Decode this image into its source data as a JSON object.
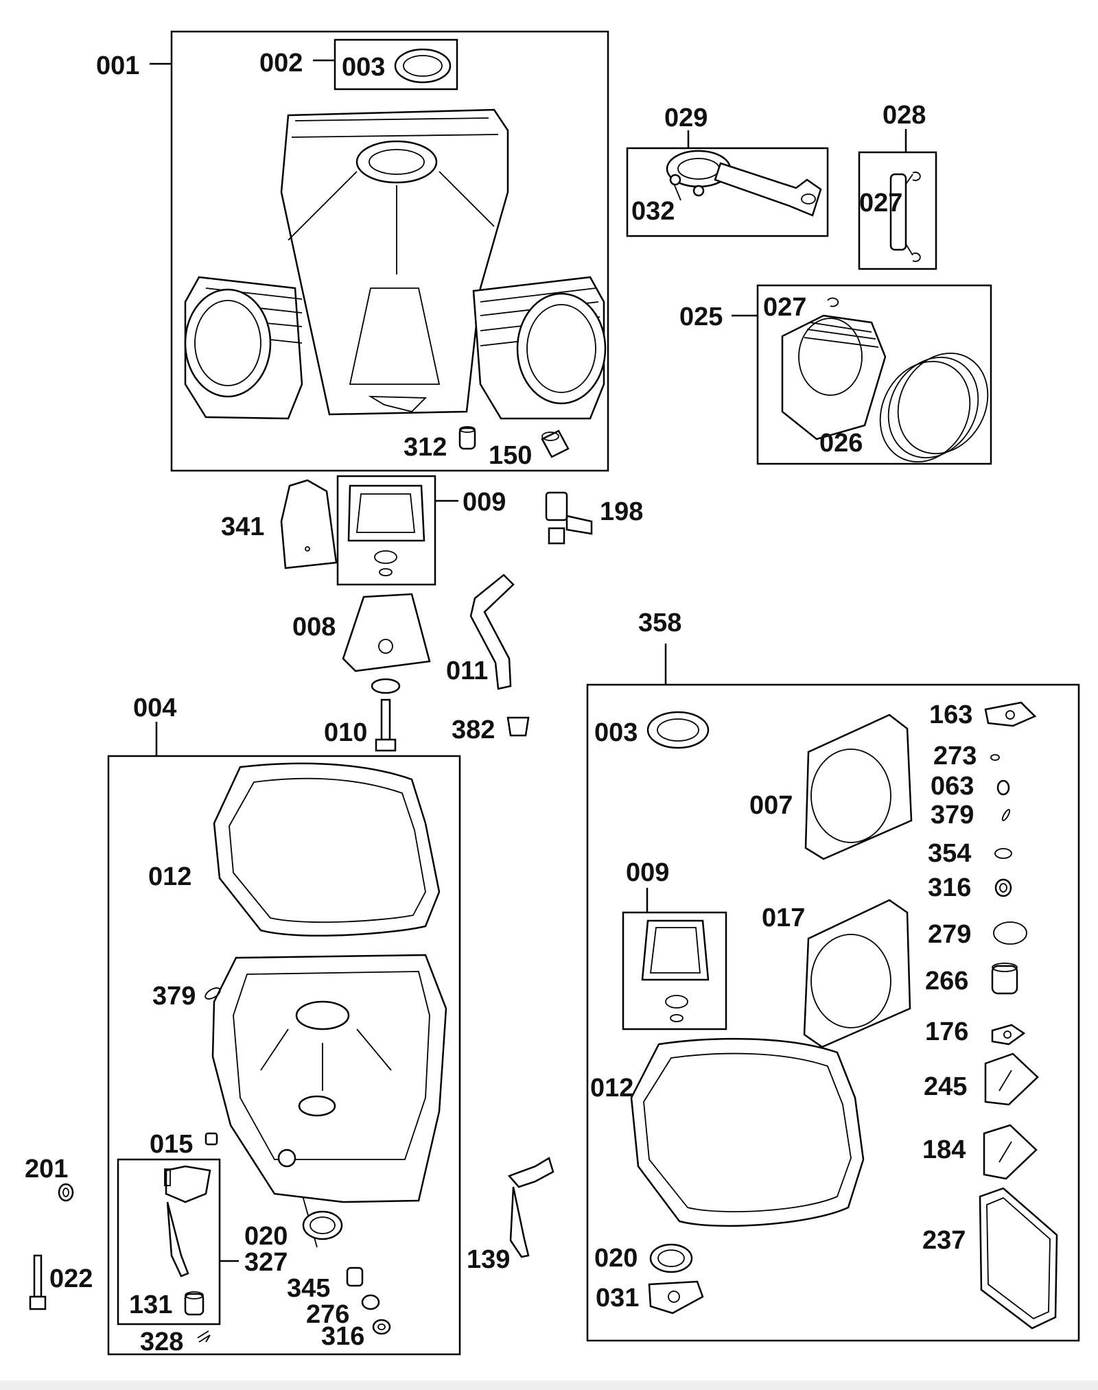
{
  "labels": {
    "p001": "001",
    "p002": "002",
    "p003a": "003",
    "p029": "029",
    "p032": "032",
    "p028": "028",
    "p027a": "027",
    "p025": "025",
    "p027b": "027",
    "p026": "026",
    "p312": "312",
    "p150": "150",
    "p341": "341",
    "p009a": "009",
    "p198": "198",
    "p008": "008",
    "p011": "011",
    "p358": "358",
    "p004": "004",
    "p010": "010",
    "p382": "382",
    "p012a": "012",
    "p379a": "379",
    "p015": "015",
    "p201": "201",
    "p022": "022",
    "p020a": "020",
    "p327": "327",
    "p345": "345",
    "p131": "131",
    "p276": "276",
    "p316a": "316",
    "p328": "328",
    "p139": "139",
    "p003b": "003",
    "p163": "163",
    "p273": "273",
    "p063": "063",
    "p379b": "379",
    "p007": "007",
    "p354": "354",
    "p316b": "316",
    "p009b": "009",
    "p017": "017",
    "p279": "279",
    "p266": "266",
    "p176": "176",
    "p012b": "012",
    "p245": "245",
    "p184": "184",
    "p237": "237",
    "p020b": "020",
    "p031": "031"
  }
}
